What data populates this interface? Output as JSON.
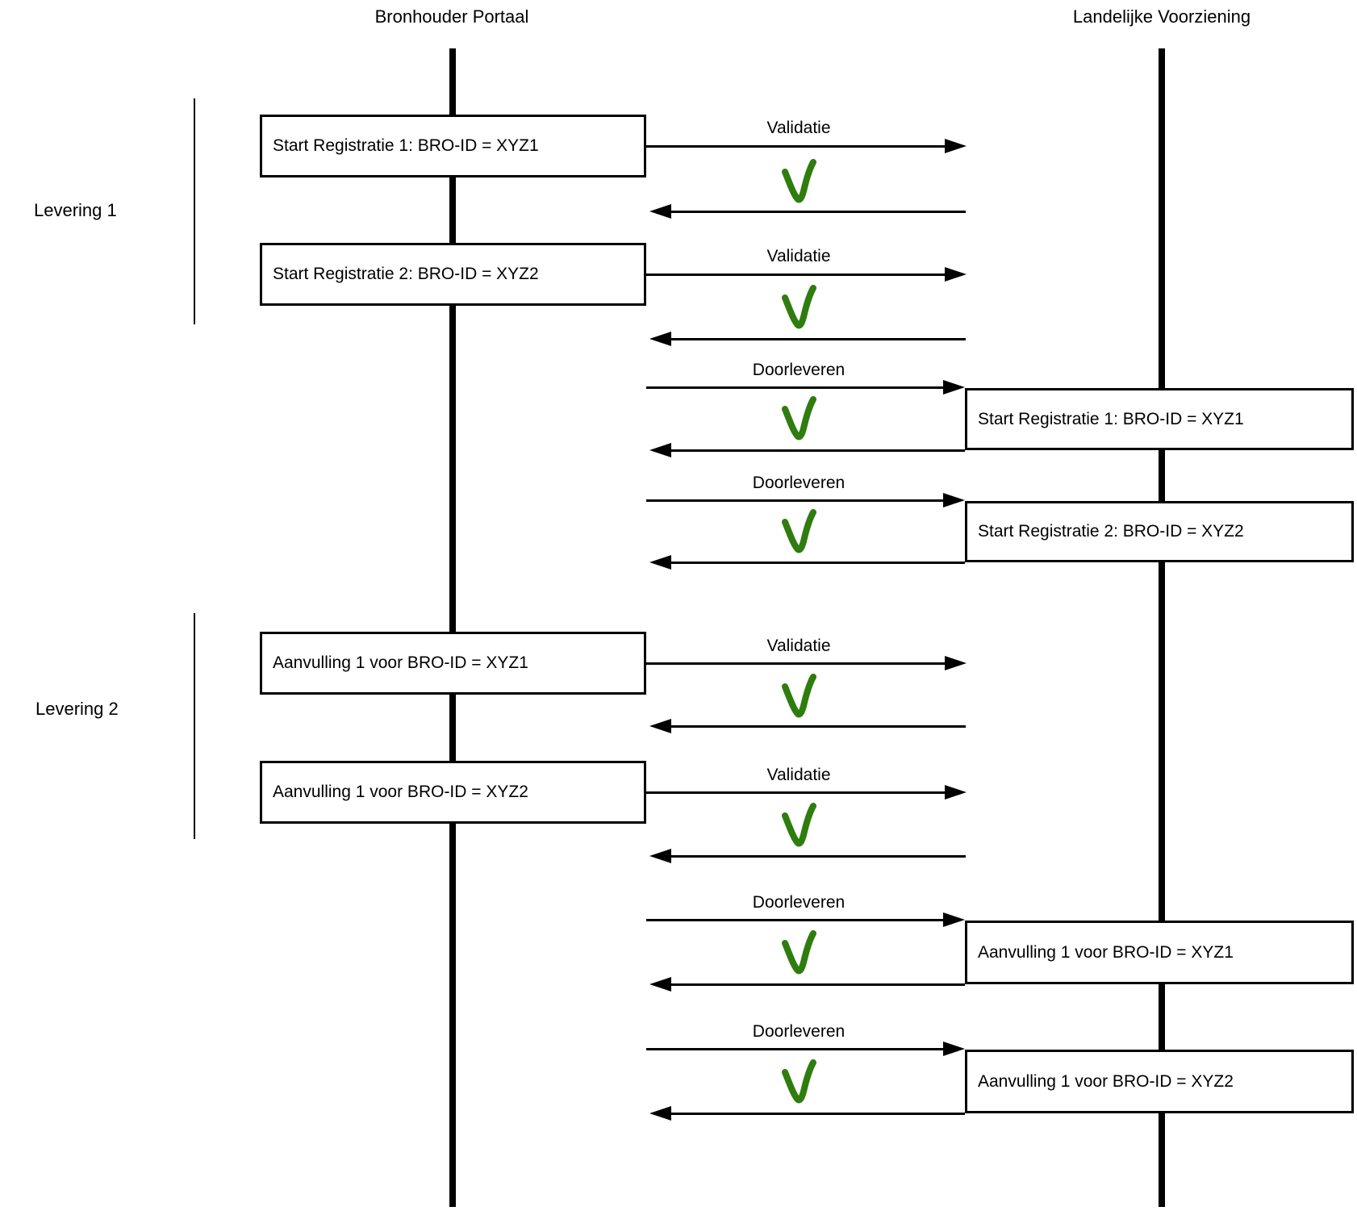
{
  "lifelines": {
    "left": {
      "label": "Bronhouder Portaal"
    },
    "right": {
      "label": "Landelijke Voorziening"
    }
  },
  "groups": [
    {
      "label": "Levering 1"
    },
    {
      "label": "Levering 2"
    }
  ],
  "left_boxes": [
    {
      "text": "Start Registratie 1: BRO-ID = XYZ1"
    },
    {
      "text": "Start Registratie 2: BRO-ID = XYZ2"
    },
    {
      "text": "Aanvulling 1 voor BRO-ID = XYZ1"
    },
    {
      "text": "Aanvulling 1 voor BRO-ID = XYZ2"
    }
  ],
  "right_boxes": [
    {
      "text": "Start Registratie 1: BRO-ID = XYZ1"
    },
    {
      "text": "Start Registratie 2: BRO-ID = XYZ2"
    },
    {
      "text": "Aanvulling 1 voor BRO-ID = XYZ1"
    },
    {
      "text": "Aanvulling 1 voor BRO-ID = XYZ2"
    }
  ],
  "arrows": [
    {
      "label": "Validatie"
    },
    {
      "label": "Validatie"
    },
    {
      "label": "Doorleveren"
    },
    {
      "label": "Doorleveren"
    },
    {
      "label": "Validatie"
    },
    {
      "label": "Validatie"
    },
    {
      "label": "Doorleveren"
    },
    {
      "label": "Doorleveren"
    }
  ],
  "icons": {
    "success": "green-checkmark"
  },
  "colors": {
    "success_check": "#2e7d0e",
    "line": "#000000",
    "background": "#ffffff"
  }
}
